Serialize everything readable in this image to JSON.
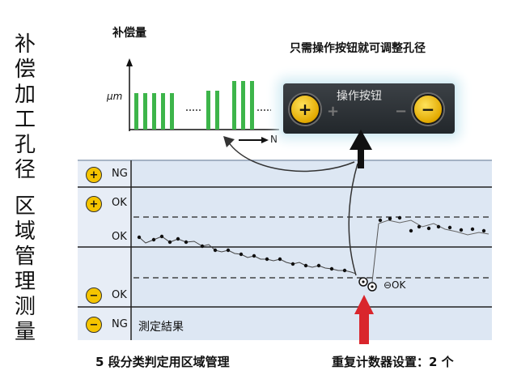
{
  "left_labels": {
    "top": "补偿加工孔径",
    "bottom": "区域管理测量"
  },
  "compensation_chart": {
    "title": "补偿量",
    "y_axis_label": "μm",
    "x_axis_label": "N"
  },
  "operation_panel": {
    "caption": "只需操作按钮就可调整孔径",
    "label": "操作按钮",
    "plus_symbol": "+",
    "minus_symbol": "−",
    "plus_small": "+",
    "minus_small": "−"
  },
  "zones": [
    {
      "symbol": "+",
      "label": "NG"
    },
    {
      "symbol": "+",
      "label": "OK"
    },
    {
      "symbol": "",
      "label": "OK"
    },
    {
      "symbol": "−",
      "label": "OK"
    },
    {
      "symbol": "−",
      "label": "NG"
    }
  ],
  "measurement_label": "測定結果",
  "reset_ok_label": "⊖OK",
  "bottom_captions": {
    "left": "5 段分类判定用区域管理",
    "right": "重复计数器设置：2 个"
  },
  "colors": {
    "bar_green": "#3db54a",
    "zone_bg": "#dde7f3",
    "arrow_red": "#d9262c",
    "knob_yellow": "#f5c400"
  }
}
